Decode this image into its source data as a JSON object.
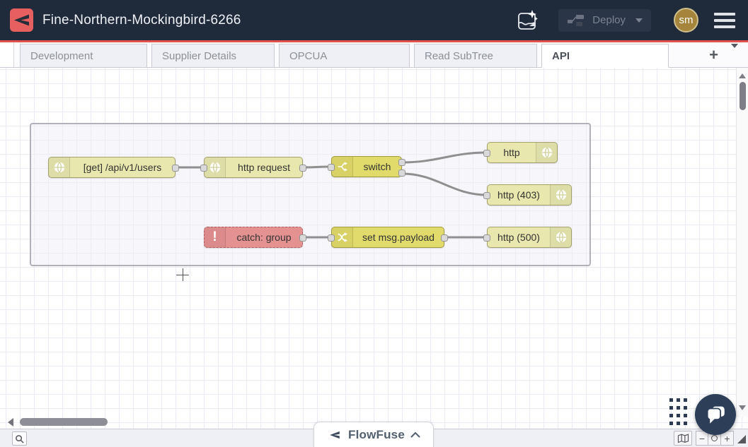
{
  "header": {
    "title": "Fine-Northern-Mockingbird-6266",
    "deploy": {
      "label": "Deploy",
      "enabled": false
    },
    "avatar": {
      "initials": "sm"
    },
    "icons": [
      "flowfuse-logo-icon",
      "ai-flow-assistant-icon",
      "deploy-nodes-icon",
      "menu-icon"
    ]
  },
  "tabs": {
    "items": [
      {
        "label": "Development",
        "active": false
      },
      {
        "label": "Supplier Details",
        "active": false
      },
      {
        "label": "OPCUA",
        "active": false
      },
      {
        "label": "Read SubTree",
        "active": false
      },
      {
        "label": "API",
        "active": true
      }
    ],
    "add_label": "+"
  },
  "flow": {
    "nodes": [
      {
        "id": "http-in",
        "label": "[get] /api/v1/users",
        "type": "http in",
        "icon": "globe-icon",
        "color": "#e7e7ae"
      },
      {
        "id": "http-request",
        "label": "http request",
        "type": "http request",
        "icon": "globe-icon",
        "color": "#e7e7ae"
      },
      {
        "id": "switch",
        "label": "switch",
        "type": "switch",
        "icon": "switch-icon",
        "color": "#e1db6b"
      },
      {
        "id": "http-response",
        "label": "http",
        "type": "http response",
        "icon": "globe-icon",
        "color": "#e7e7ae"
      },
      {
        "id": "http-response-403",
        "label": "http (403)",
        "type": "http response",
        "icon": "globe-icon",
        "color": "#e7e7ae"
      },
      {
        "id": "catch-group",
        "label": "catch: group",
        "type": "catch",
        "icon": "alert-icon",
        "color": "#e49191"
      },
      {
        "id": "set-msg-payload",
        "label": "set msg.payload",
        "type": "change",
        "icon": "change-icon",
        "color": "#e1db6b"
      },
      {
        "id": "http-response-500",
        "label": "http (500)",
        "type": "http response",
        "icon": "globe-icon",
        "color": "#e7e7ae"
      }
    ],
    "wire_color": "#8f8f8f"
  },
  "footer": {
    "brand": "FlowFuse",
    "zoom_out_label": "−",
    "zoom_in_label": "+",
    "icons": [
      "search-icon",
      "map-navigator-icon",
      "zoom-reset-icon",
      "chat-icon",
      "drag-dots-icon"
    ]
  },
  "colors": {
    "header_bg": "#1f2a3b",
    "accent_red": "#e05252",
    "brand_red": "#e66060",
    "avatar_gold": "#a5853c",
    "chat_navy": "#2d3e59",
    "group_border": "#b1b1bb"
  }
}
